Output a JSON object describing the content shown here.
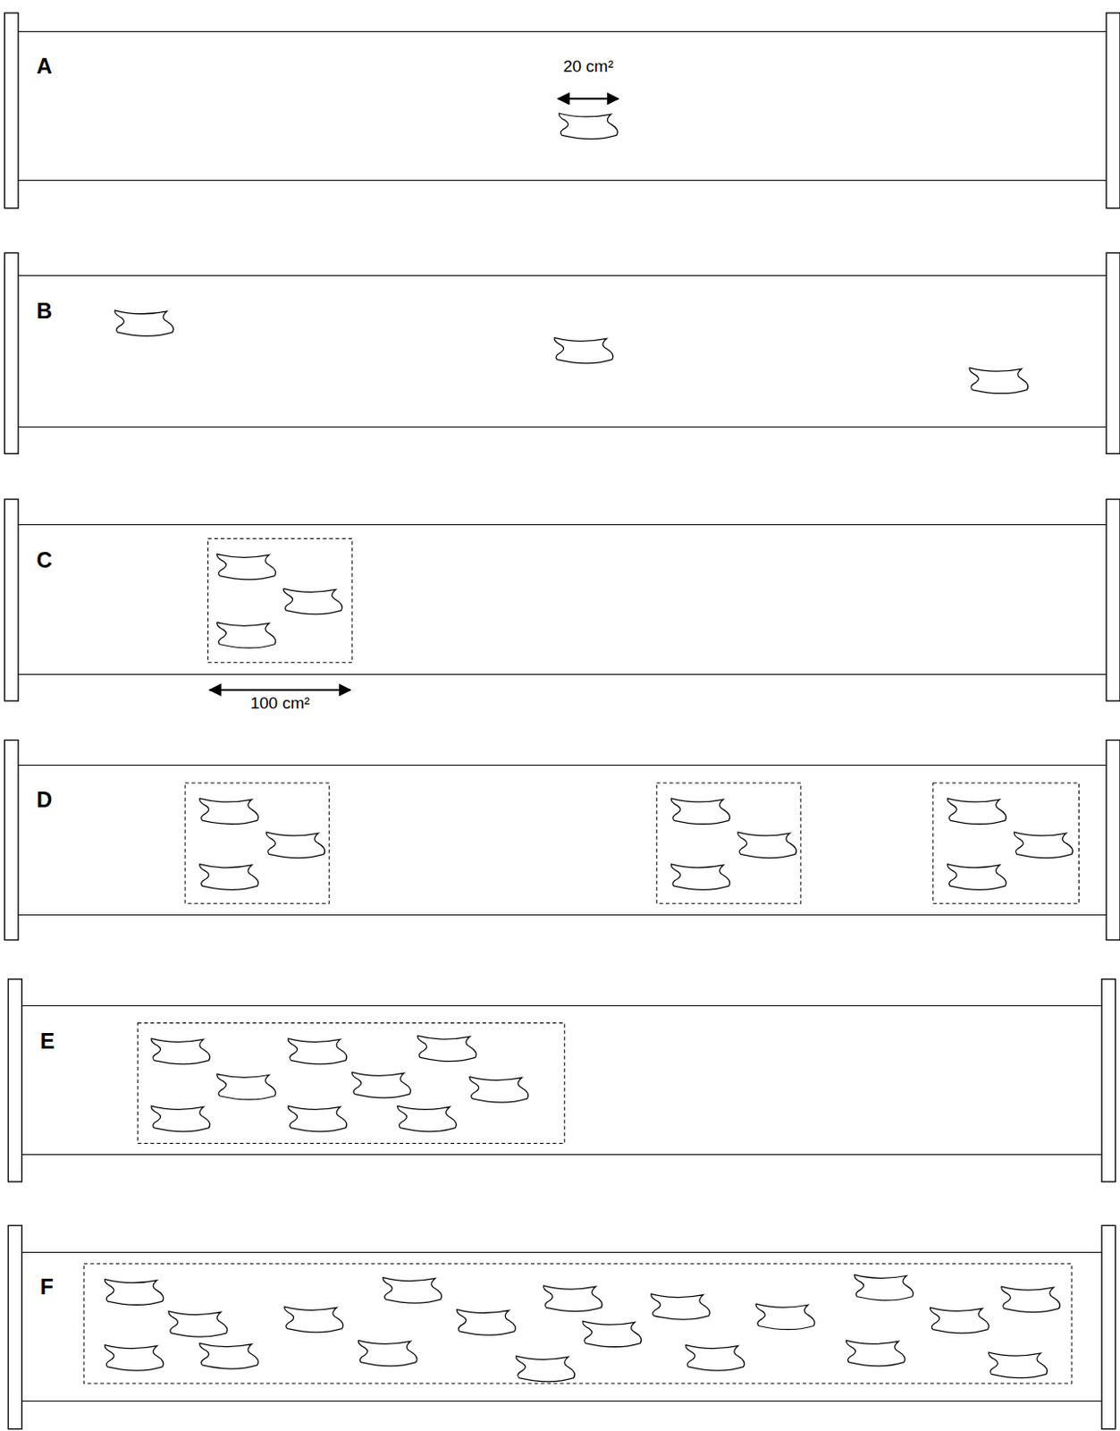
{
  "diagram": {
    "nodes": [
      {
        "text": [
          "A"
        ]
      },
      {
        "text": [
          "B"
        ]
      },
      {
        "text": [
          "C"
        ]
      },
      {
        "text": [
          "D"
        ]
      },
      {
        "text": [
          "E"
        ]
      },
      {
        "text": [
          "F"
        ]
      }
    ],
    "labels": [
      "20 cm²",
      "100 cm²"
    ]
  }
}
